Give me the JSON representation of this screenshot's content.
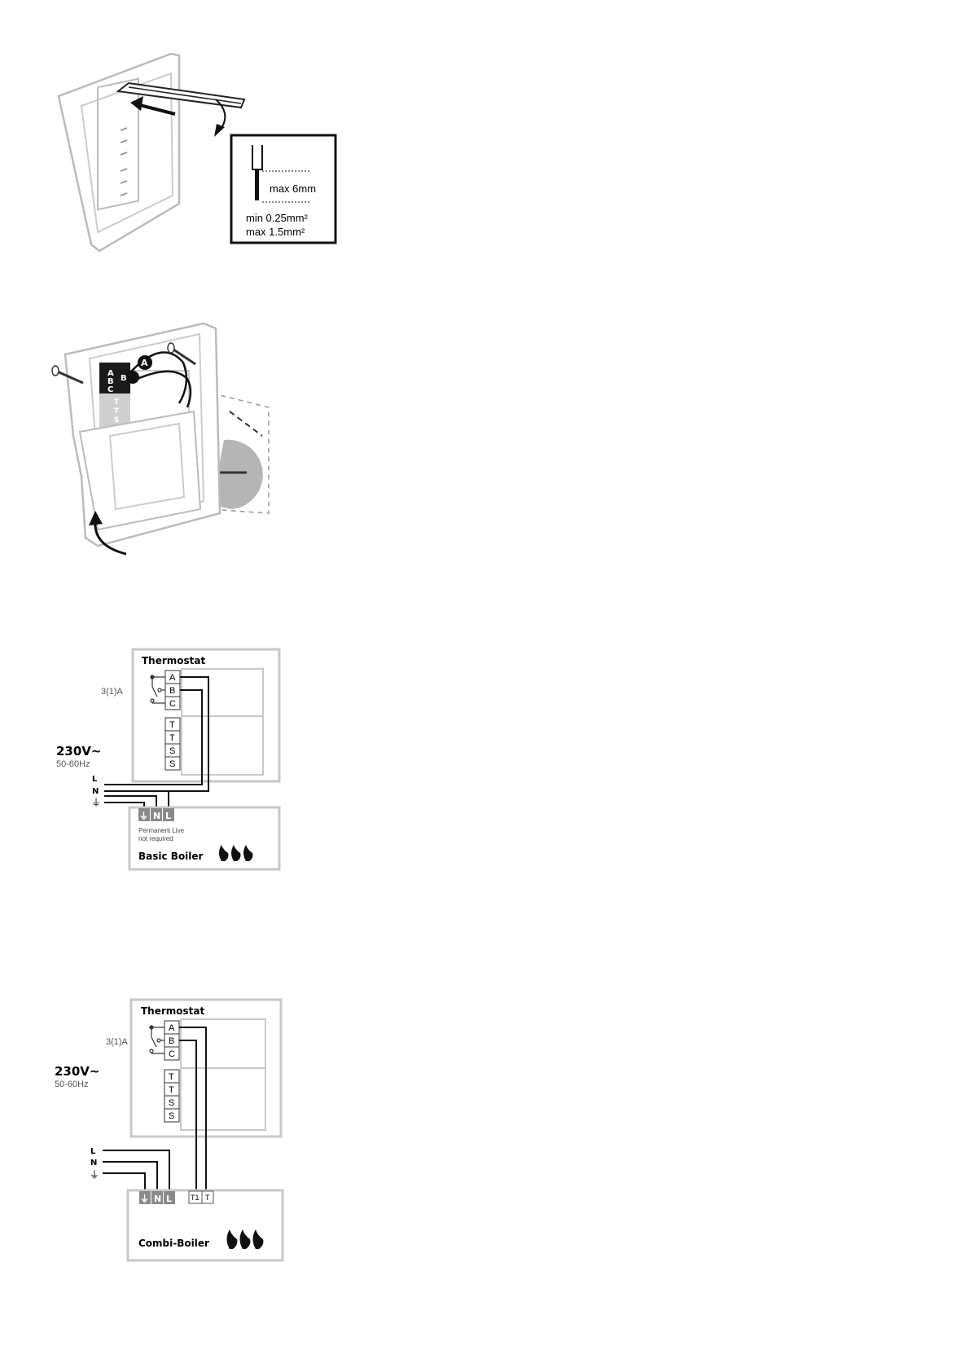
{
  "figure1": {
    "stripping_box": {
      "strip_length": "max 6mm",
      "cross_section_min": "min 0.25mm²",
      "cross_section_max": "max 1.5mm²"
    },
    "icons": [
      "screwdriver-icon",
      "push-arrow-icon",
      "rotate-arrow-icon"
    ]
  },
  "figure2": {
    "terminal_labels": [
      "A",
      "B",
      "C",
      "T",
      "T",
      "S",
      "S"
    ],
    "callouts": [
      "A",
      "B"
    ],
    "icons": [
      "screw-icon",
      "cable-entry-icon",
      "hinge-arrow-icon"
    ]
  },
  "diagram_basic": {
    "title": "Thermostat",
    "relay_rating": "3(1)A",
    "terminals_top": [
      "A",
      "B",
      "C"
    ],
    "terminals_bottom": [
      "T",
      "T",
      "S",
      "S"
    ],
    "supply_voltage": "230V",
    "supply_frequency": "50-60Hz",
    "supply_lines": [
      "L",
      "N",
      "⏚"
    ],
    "boiler_terminals": [
      "⏚",
      "N",
      "L"
    ],
    "note_line1": "Permanent Live",
    "note_line2": "not required",
    "boiler_name": "Basic Boiler"
  },
  "diagram_combi": {
    "title": "Thermostat",
    "relay_rating": "3(1)A",
    "terminals_top": [
      "A",
      "B",
      "C"
    ],
    "terminals_bottom": [
      "T",
      "T",
      "S",
      "S"
    ],
    "supply_voltage": "230V",
    "supply_frequency": "50-60Hz",
    "supply_lines": [
      "L",
      "N",
      "⏚"
    ],
    "boiler_terminals": [
      "⏚",
      "N",
      "L"
    ],
    "boiler_control_terminals": [
      "T1",
      "T"
    ],
    "boiler_name": "Combi-Boiler"
  },
  "colors": {
    "line": "#111111",
    "frame_gray": "#c8c8c8",
    "terminal_gray": "#8a8a8a",
    "shade_gray": "#b5b5b5"
  }
}
